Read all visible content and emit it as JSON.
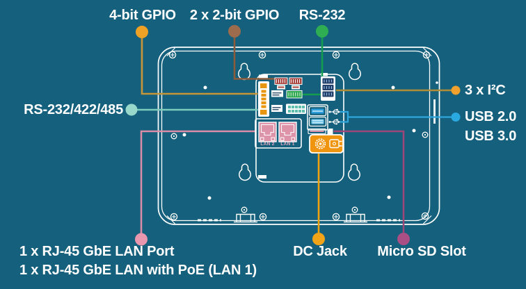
{
  "background": "#15607C",
  "callouts": {
    "gpio_4bit": {
      "label": "4-bit GPIO",
      "dot_color": "#EFA125",
      "line_color": "#C69537"
    },
    "gpio_2x2bit": {
      "label": "2 x 2-bit GPIO",
      "dot_color": "#9C6C4C",
      "line_color": "#8A5C3C"
    },
    "rs232": {
      "label": "RS-232",
      "dot_color": "#2FAD52",
      "line_color": "#149C50"
    },
    "i2c": {
      "label": "3 x I²C",
      "dot_color": "#F2A12E",
      "line_color": "#B28D35"
    },
    "usb_20": {
      "label": "USB 2.0",
      "dot_color": "#2AA9E0",
      "line_color": "#2FA7DD"
    },
    "usb_30": {
      "label": "USB 3.0"
    },
    "rs232_422_485": {
      "label": "RS-232/422/485",
      "dot_color": "#98D8CA",
      "line_color": "#7ECDBF"
    },
    "lan": {
      "label_line1": "1 x RJ-45 GbE LAN Port",
      "label_line2": "1 x RJ-45 GbE LAN with PoE (LAN 1)",
      "dot_color": "#E897AF",
      "line_color": "#DB8CA6"
    },
    "dc_jack": {
      "label": "DC Jack",
      "dot_color": "#F2A419",
      "line_color": "#F0A311"
    },
    "micro_sd": {
      "label": "Micro SD Slot",
      "dot_color": "#A94F86",
      "line_color": "#9B4879"
    }
  },
  "device": {
    "lan_port_left_label": "LAN 2",
    "lan_port_right_label": "LAN 1"
  }
}
